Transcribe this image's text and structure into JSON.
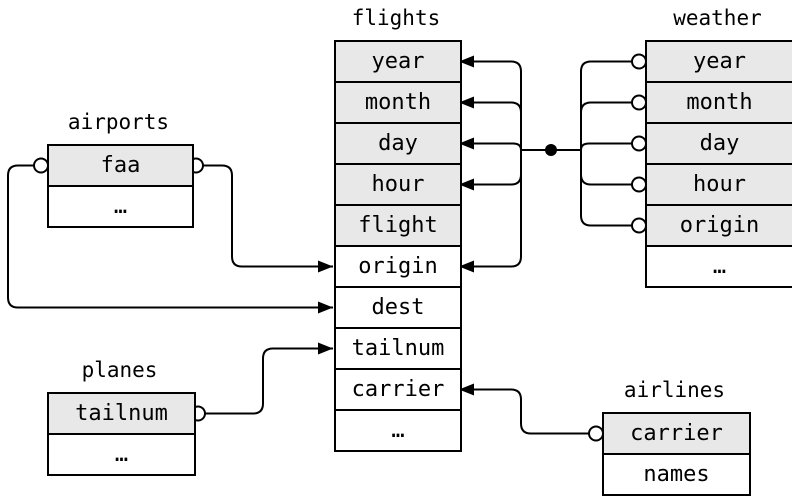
{
  "tables": {
    "flights": {
      "title": "flights",
      "rows": [
        {
          "label": "year",
          "key": true
        },
        {
          "label": "month",
          "key": true
        },
        {
          "label": "day",
          "key": true
        },
        {
          "label": "hour",
          "key": true
        },
        {
          "label": "flight",
          "key": true
        },
        {
          "label": "origin",
          "key": false
        },
        {
          "label": "dest",
          "key": false
        },
        {
          "label": "tailnum",
          "key": false
        },
        {
          "label": "carrier",
          "key": false
        },
        {
          "label": "…",
          "key": false
        }
      ]
    },
    "weather": {
      "title": "weather",
      "rows": [
        {
          "label": "year",
          "key": true
        },
        {
          "label": "month",
          "key": true
        },
        {
          "label": "day",
          "key": true
        },
        {
          "label": "hour",
          "key": true
        },
        {
          "label": "origin",
          "key": true
        },
        {
          "label": "…",
          "key": false
        }
      ]
    },
    "airports": {
      "title": "airports",
      "rows": [
        {
          "label": "faa",
          "key": true
        },
        {
          "label": "…",
          "key": false
        }
      ]
    },
    "planes": {
      "title": "planes",
      "rows": [
        {
          "label": "tailnum",
          "key": true
        },
        {
          "label": "…",
          "key": false
        }
      ]
    },
    "airlines": {
      "title": "airlines",
      "rows": [
        {
          "label": "carrier",
          "key": true
        },
        {
          "label": "names",
          "key": false
        }
      ]
    }
  },
  "relations": [
    {
      "from": "weather.year",
      "to": "flights.year"
    },
    {
      "from": "weather.month",
      "to": "flights.month"
    },
    {
      "from": "weather.day",
      "to": "flights.day"
    },
    {
      "from": "weather.hour",
      "to": "flights.hour"
    },
    {
      "from": "weather.origin",
      "to": "flights.origin"
    },
    {
      "from": "airports.faa",
      "to": "flights.origin"
    },
    {
      "from": "airports.faa",
      "to": "flights.dest"
    },
    {
      "from": "planes.tailnum",
      "to": "flights.tailnum"
    },
    {
      "from": "airlines.carrier",
      "to": "flights.carrier"
    }
  ],
  "colors": {
    "key_fill": "#e8e8e8",
    "line": "#000000",
    "background": "#ffffff"
  }
}
